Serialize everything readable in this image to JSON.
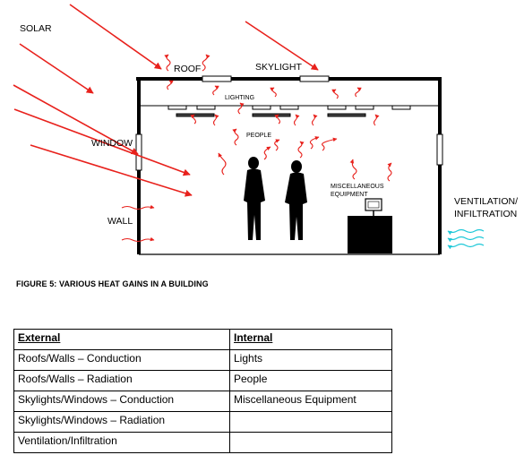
{
  "diagram": {
    "labels": {
      "solar": "SOLAR",
      "roof": "ROOF",
      "skylight": "SKYLIGHT",
      "window": "WINDOW",
      "wall": "WALL",
      "lighting": "LIGHTING",
      "people": "PEOPLE",
      "misc_line1": "MISCELLANEOUS",
      "misc_line2": "EQUIPMENT",
      "vent_line1": "VENTILATION/",
      "vent_line2": "INFILTRATION"
    },
    "colors": {
      "heat": "#e8211c",
      "air": "#1ec8d8",
      "structure": "#000000"
    }
  },
  "caption": "FIGURE 5: VARIOUS HEAT GAINS IN A BUILDING",
  "table": {
    "headers": [
      "External",
      "Internal"
    ],
    "rows": [
      [
        "Roofs/Walls – Conduction",
        "Lights"
      ],
      [
        "Roofs/Walls – Radiation",
        "People"
      ],
      [
        "Skylights/Windows – Conduction",
        "Miscellaneous Equipment"
      ],
      [
        "Skylights/Windows – Radiation",
        ""
      ],
      [
        "Ventilation/Infiltration",
        ""
      ]
    ]
  }
}
